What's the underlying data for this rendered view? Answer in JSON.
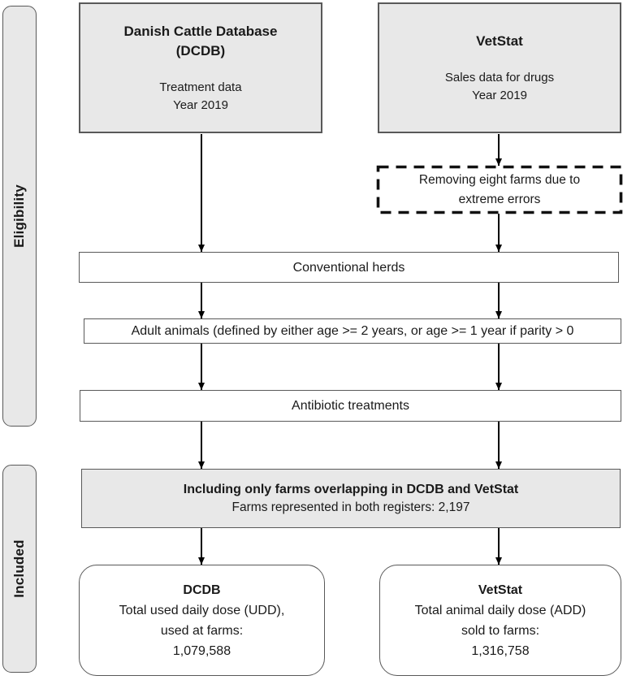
{
  "sidebar": {
    "eligibility_label": "Eligibility",
    "included_label": "Included"
  },
  "boxes": {
    "dcdb_source": {
      "title_line1": "Danish Cattle Database",
      "title_line2": "(DCDB)",
      "body_line1": "Treatment data",
      "body_line2": "Year 2019"
    },
    "vetstat_source": {
      "title": "VetStat",
      "body_line1": "Sales data for drugs",
      "body_line2": "Year 2019"
    },
    "exclusion": {
      "line1": "Removing eight farms due to",
      "line2": "extreme errors"
    },
    "conventional": {
      "label": "Conventional herds"
    },
    "adult_animals": {
      "label": "Adult animals (defined by either age >= 2 years, or age >= 1 year if parity > 0"
    },
    "antibiotic": {
      "label": "Antibiotic treatments"
    },
    "overlap": {
      "title": "Including only farms overlapping in DCDB and VetStat",
      "subtitle": "Farms represented in both registers: 2,197"
    },
    "dcdb_result": {
      "title": "DCDB",
      "line1": "Total used daily dose (UDD),",
      "line2": "used at farms:",
      "value": "1,079,588"
    },
    "vetstat_result": {
      "title": "VetStat",
      "line1": "Total animal daily dose (ADD)",
      "line2": "sold to farms:",
      "value": "1,316,758"
    }
  },
  "colors": {
    "box_fill_gray": "#e8e8e8",
    "box_border": "#595959",
    "dashed_border": "#111111",
    "arrow": "#000000",
    "text": "#1a1a1a"
  }
}
